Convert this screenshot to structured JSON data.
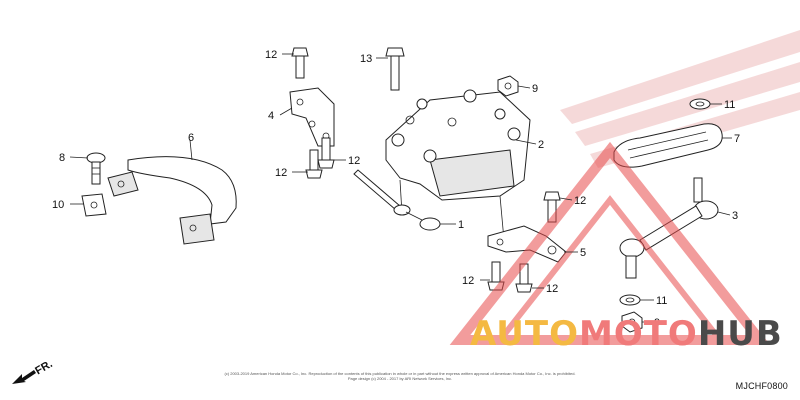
{
  "callouts": [
    {
      "id": "c1",
      "text": "1"
    },
    {
      "id": "c2",
      "text": "2"
    },
    {
      "id": "c3",
      "text": "3"
    },
    {
      "id": "c4",
      "text": "4"
    },
    {
      "id": "c5",
      "text": "5"
    },
    {
      "id": "c6",
      "text": "6"
    },
    {
      "id": "c7",
      "text": "7"
    },
    {
      "id": "c8",
      "text": "8"
    },
    {
      "id": "c9a",
      "text": "9"
    },
    {
      "id": "c9b",
      "text": "9"
    },
    {
      "id": "c10",
      "text": "10"
    },
    {
      "id": "c11a",
      "text": "11"
    },
    {
      "id": "c11b",
      "text": "11"
    },
    {
      "id": "c12a",
      "text": "12"
    },
    {
      "id": "c12b",
      "text": "12"
    },
    {
      "id": "c12c",
      "text": "12"
    },
    {
      "id": "c12d",
      "text": "12"
    },
    {
      "id": "c12e",
      "text": "12"
    },
    {
      "id": "c12f",
      "text": "12"
    },
    {
      "id": "c13",
      "text": "13"
    }
  ],
  "watermark": {
    "part1": "AUTO",
    "part2": "MOTO",
    "part3": "HUB"
  },
  "direction_label": "FR.",
  "copyright_line1": "(c) 2003-2019 American Honda Motor Co., Inc. Reproduction of the contents of this publication in whole or in part without the express written approval of American Honda Motor Co., Inc. is prohibited.",
  "copyright_line2": "Page design (c) 2004 - 2017 by ARI Network Services, Inc.",
  "diagram_code": "MJCHF0800",
  "colors": {
    "watermark_yellow": "#f4b942",
    "watermark_red": "#f07a7a",
    "watermark_dark": "#4a4a4a",
    "logo_red": "#e84c4c"
  }
}
